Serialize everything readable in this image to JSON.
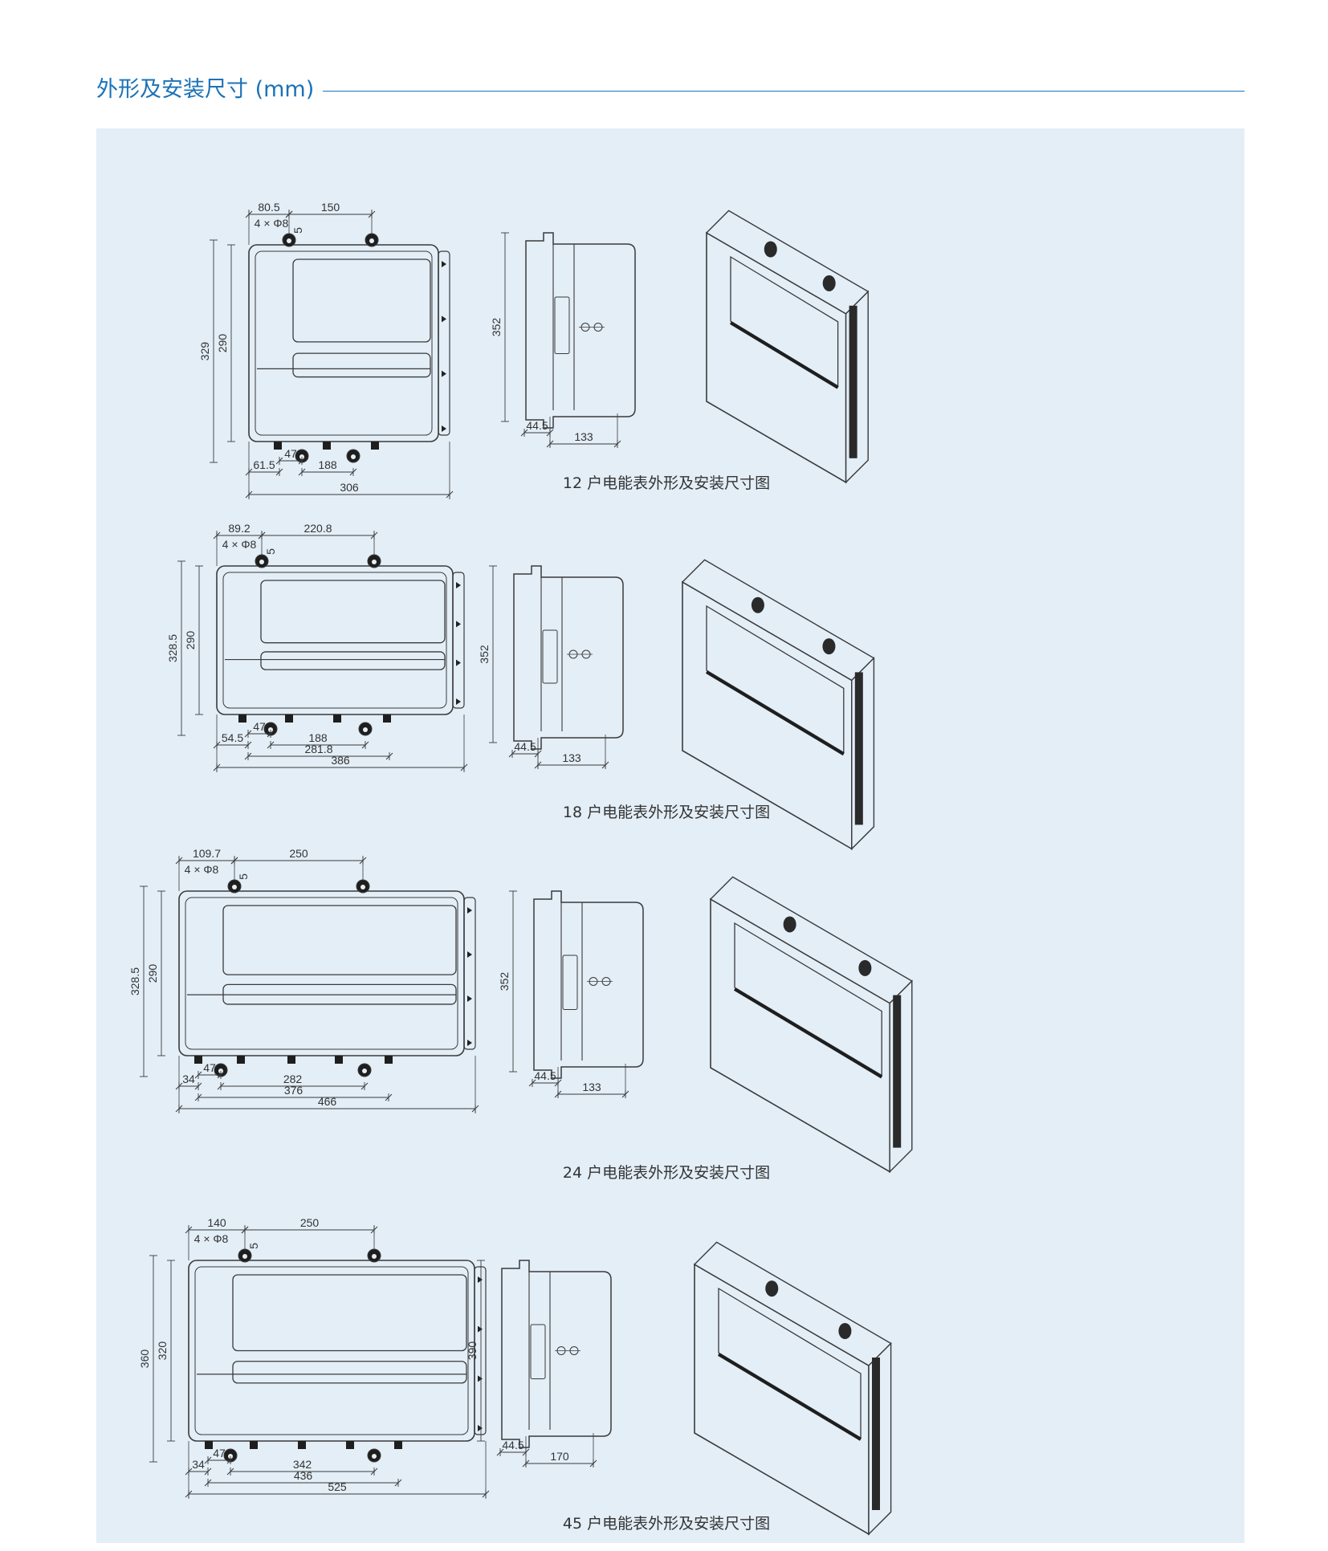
{
  "header": {
    "title": "外形及安装尺寸 (mm)"
  },
  "colors": {
    "accent": "#1a72b8",
    "panel_bg": "#e3eef7",
    "line": "#3a3a3a"
  },
  "drawings": [
    {
      "caption": "12 户电能表外形及安装尺寸图",
      "front": {
        "hole_label": "4 × Φ8",
        "top_dims": [
          "80.5",
          "150"
        ],
        "hole_offset": "5",
        "height_dims": [
          "329",
          "290"
        ],
        "bottom_small": [
          "61.5",
          "47"
        ],
        "bottom_mid": [
          "188"
        ],
        "overall_width": "306"
      },
      "side": {
        "height": "352",
        "depth_small": "44.5",
        "depth": "133"
      }
    },
    {
      "caption": "18 户电能表外形及安装尺寸图",
      "front": {
        "hole_label": "4 × Φ8",
        "top_dims": [
          "89.2",
          "220.8"
        ],
        "hole_offset": "5",
        "height_dims": [
          "328.5",
          "290"
        ],
        "bottom_small": [
          "54.5",
          "47"
        ],
        "bottom_mid": [
          "188",
          "281.8"
        ],
        "overall_width": "386"
      },
      "side": {
        "height": "352",
        "depth_small": "44.5",
        "depth": "133"
      }
    },
    {
      "caption": "24 户电能表外形及安装尺寸图",
      "front": {
        "hole_label": "4 × Φ8",
        "top_dims": [
          "109.7",
          "250"
        ],
        "hole_offset": "5",
        "height_dims": [
          "328.5",
          "290"
        ],
        "bottom_small": [
          "34",
          "47"
        ],
        "bottom_mid": [
          "282",
          "376"
        ],
        "overall_width": "466"
      },
      "side": {
        "height": "352",
        "depth_small": "44.5",
        "depth": "133"
      }
    },
    {
      "caption": "45 户电能表外形及安装尺寸图",
      "front": {
        "hole_label": "4 × Φ8",
        "top_dims": [
          "140",
          "250"
        ],
        "hole_offset": "5",
        "height_dims": [
          "360",
          "320"
        ],
        "bottom_small": [
          "34",
          "47"
        ],
        "bottom_mid": [
          "342",
          "436"
        ],
        "overall_width": "525"
      },
      "side": {
        "height": "390",
        "depth_small": "44.5",
        "depth": "170"
      }
    }
  ]
}
